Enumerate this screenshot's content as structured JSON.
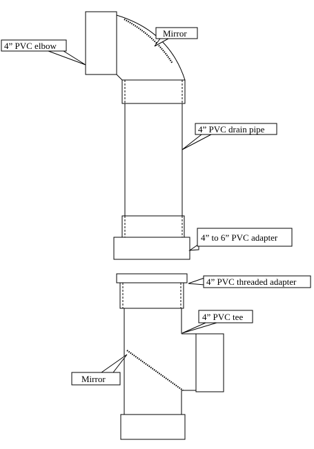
{
  "labels": {
    "elbow": "4” PVC elbow",
    "mirror_top": "Mirror",
    "drain_pipe": "4” PVC drain pipe",
    "adapter_4_to_6": "4” to 6” PVC adapter",
    "threaded_adapter": "4” PVC threaded adapter",
    "tee": "4” PVC tee",
    "mirror_bottom": "Mirror"
  },
  "colors": {
    "line": "#000000",
    "background": "#ffffff"
  }
}
